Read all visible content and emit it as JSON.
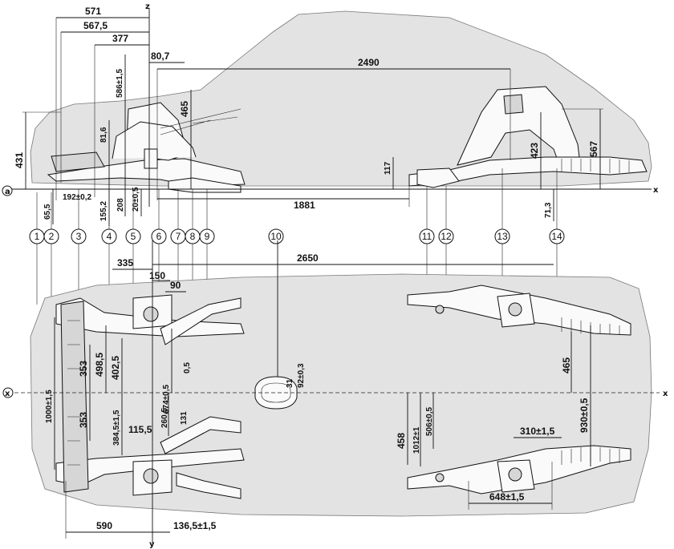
{
  "side_view": {
    "dimensions": {
      "d571": "571",
      "d567_5": "567,5",
      "d377": "377",
      "d80_7": "80,7",
      "d2490": "2490",
      "d586": "586±1,5",
      "d465_top": "465",
      "d81_6": "81,6",
      "d431": "431",
      "d65_5": "65,5",
      "d192": "192±0,2",
      "d155_2": "155,2",
      "d208": "208",
      "d20": "20±0,5",
      "d117": "117",
      "d1881": "1881",
      "d423": "423",
      "d567": "567",
      "d71_3": "71,3"
    },
    "axes": {
      "z": "z",
      "x": "x",
      "origin": "a"
    }
  },
  "markers": [
    "1",
    "2",
    "3",
    "4",
    "5",
    "6",
    "7",
    "8",
    "9",
    "10",
    "11",
    "12",
    "13",
    "14"
  ],
  "plan_view": {
    "dimensions": {
      "d2650": "2650",
      "d335": "335",
      "d150": "150",
      "d90": "90",
      "d353_a": "353",
      "d353_b": "353",
      "d498_5": "498,5",
      "d402_5": "402,5",
      "d674": "674±0,5",
      "d0_5": "0,5",
      "d1000": "1000±1,5",
      "d384_5": "384,5±1,5",
      "d260_5": "260,5",
      "d131": "131",
      "d115_5": "115,5",
      "d31": "31",
      "d92": "92±0,3",
      "d458": "458",
      "d1012": "1012±1",
      "d506": "506±0,5",
      "d310": "310±1,5",
      "d930": "930±0,5",
      "d465": "465",
      "d648": "648±1,5",
      "d590": "590",
      "d136_5": "136,5±1,5"
    },
    "axes": {
      "x_left": "x",
      "x_right": "x",
      "y": "y"
    }
  }
}
